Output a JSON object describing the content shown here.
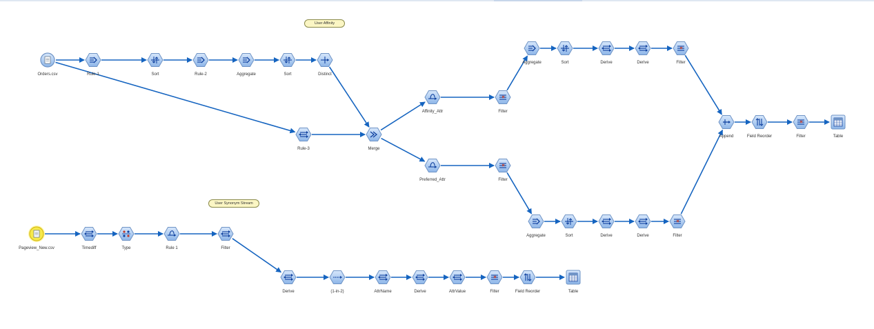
{
  "colors": {
    "connector": "#1564c0",
    "node_fill": "#a9c9f0",
    "node_stroke": "#6e93c5",
    "glyph": "#0d3f9e",
    "source_fill": "#f6e94c",
    "source_stroke": "#d6bb17",
    "comment_fill": "#fbf6c4"
  },
  "comments": [
    {
      "id": "c1",
      "text": "User Affinity"
    },
    {
      "id": "c2",
      "text": "User Synonym Stream"
    }
  ],
  "nodes": [
    {
      "id": "orders",
      "label": "Orders.csv",
      "icon": "file-source-icon"
    },
    {
      "id": "rule1a",
      "label": "Rule-1",
      "icon": "aggregate-icon"
    },
    {
      "id": "sort1",
      "label": "Sort",
      "icon": "sort-icon"
    },
    {
      "id": "rule2",
      "label": "Rule-2",
      "icon": "aggregate-icon"
    },
    {
      "id": "agg1",
      "label": "Aggregate",
      "icon": "aggregate-icon"
    },
    {
      "id": "sort2",
      "label": "Sort",
      "icon": "sort-icon"
    },
    {
      "id": "distinct",
      "label": "Distinct",
      "icon": "distinct-icon"
    },
    {
      "id": "rule3",
      "label": "Rule-3",
      "icon": "derive-icon"
    },
    {
      "id": "merge",
      "label": "Merge",
      "icon": "merge-icon"
    },
    {
      "id": "affattr",
      "label": "Affinity_Attr",
      "icon": "select-icon"
    },
    {
      "id": "prefattr",
      "label": "Preferred_Attr",
      "icon": "select-icon"
    },
    {
      "id": "filtA",
      "label": "Filter",
      "icon": "filter-icon"
    },
    {
      "id": "filtB",
      "label": "Filter",
      "icon": "filter-icon"
    },
    {
      "id": "aggU",
      "label": "Aggregate",
      "icon": "aggregate-icon"
    },
    {
      "id": "sortU",
      "label": "Sort",
      "icon": "sort-icon"
    },
    {
      "id": "der1U",
      "label": "Derive",
      "icon": "derive-icon"
    },
    {
      "id": "der2U",
      "label": "Derive",
      "icon": "derive-icon"
    },
    {
      "id": "filtU",
      "label": "Filter",
      "icon": "filter-icon"
    },
    {
      "id": "aggL",
      "label": "Aggregate",
      "icon": "aggregate-icon"
    },
    {
      "id": "sortL",
      "label": "Sort",
      "icon": "sort-icon"
    },
    {
      "id": "der1L",
      "label": "Derive",
      "icon": "derive-icon"
    },
    {
      "id": "der2L",
      "label": "Derive",
      "icon": "derive-icon"
    },
    {
      "id": "filtL",
      "label": "Filter",
      "icon": "filter-icon"
    },
    {
      "id": "append",
      "label": "Append",
      "icon": "append-icon"
    },
    {
      "id": "freorder1",
      "label": "Field Reorder",
      "icon": "field-reorder-icon"
    },
    {
      "id": "filt1",
      "label": "Filter",
      "icon": "filter-icon"
    },
    {
      "id": "table1",
      "label": "Table",
      "icon": "table-icon"
    },
    {
      "id": "pageview",
      "label": "Pageview_New.csv",
      "icon": "file-source-icon",
      "highlight": true
    },
    {
      "id": "timediff",
      "label": "Timediff",
      "icon": "derive-icon"
    },
    {
      "id": "type",
      "label": "Type",
      "icon": "type-icon"
    },
    {
      "id": "rule1b",
      "label": "Rule 1",
      "icon": "select-icon"
    },
    {
      "id": "filtS",
      "label": "Filter",
      "icon": "derive-icon"
    },
    {
      "id": "derS",
      "label": "Derive",
      "icon": "derive-icon"
    },
    {
      "id": "onein2",
      "label": "(1-in-2)",
      "icon": "sample-icon"
    },
    {
      "id": "attrname",
      "label": "AttrName",
      "icon": "derive-icon"
    },
    {
      "id": "derS2",
      "label": "Derive",
      "icon": "derive-icon"
    },
    {
      "id": "attrvalue",
      "label": "AttrValue",
      "icon": "derive-icon"
    },
    {
      "id": "filtS2",
      "label": "Filter",
      "icon": "filter-icon"
    },
    {
      "id": "freorder2",
      "label": "Field Reorder",
      "icon": "field-reorder-icon"
    },
    {
      "id": "table2",
      "label": "Table",
      "icon": "table-icon"
    }
  ],
  "edges": [
    [
      "orders",
      "rule1a"
    ],
    [
      "rule1a",
      "sort1"
    ],
    [
      "sort1",
      "rule2"
    ],
    [
      "rule2",
      "agg1"
    ],
    [
      "agg1",
      "sort2"
    ],
    [
      "sort2",
      "distinct"
    ],
    [
      "orders",
      "rule3"
    ],
    [
      "rule3",
      "merge"
    ],
    [
      "distinct",
      "merge"
    ],
    [
      "merge",
      "affattr"
    ],
    [
      "merge",
      "prefattr"
    ],
    [
      "affattr",
      "filtA"
    ],
    [
      "prefattr",
      "filtB"
    ],
    [
      "filtA",
      "aggU"
    ],
    [
      "aggU",
      "sortU"
    ],
    [
      "sortU",
      "der1U"
    ],
    [
      "der1U",
      "der2U"
    ],
    [
      "der2U",
      "filtU"
    ],
    [
      "filtU",
      "append"
    ],
    [
      "filtB",
      "aggL"
    ],
    [
      "aggL",
      "sortL"
    ],
    [
      "sortL",
      "der1L"
    ],
    [
      "der1L",
      "der2L"
    ],
    [
      "der2L",
      "filtL"
    ],
    [
      "filtL",
      "append"
    ],
    [
      "append",
      "freorder1"
    ],
    [
      "freorder1",
      "filt1"
    ],
    [
      "filt1",
      "table1"
    ],
    [
      "pageview",
      "timediff"
    ],
    [
      "timediff",
      "type"
    ],
    [
      "type",
      "rule1b"
    ],
    [
      "rule1b",
      "filtS"
    ],
    [
      "filtS",
      "derS"
    ],
    [
      "derS",
      "onein2"
    ],
    [
      "onein2",
      "attrname"
    ],
    [
      "attrname",
      "derS2"
    ],
    [
      "derS2",
      "attrvalue"
    ],
    [
      "attrvalue",
      "filtS2"
    ],
    [
      "filtS2",
      "freorder2"
    ],
    [
      "freorder2",
      "table2"
    ]
  ]
}
